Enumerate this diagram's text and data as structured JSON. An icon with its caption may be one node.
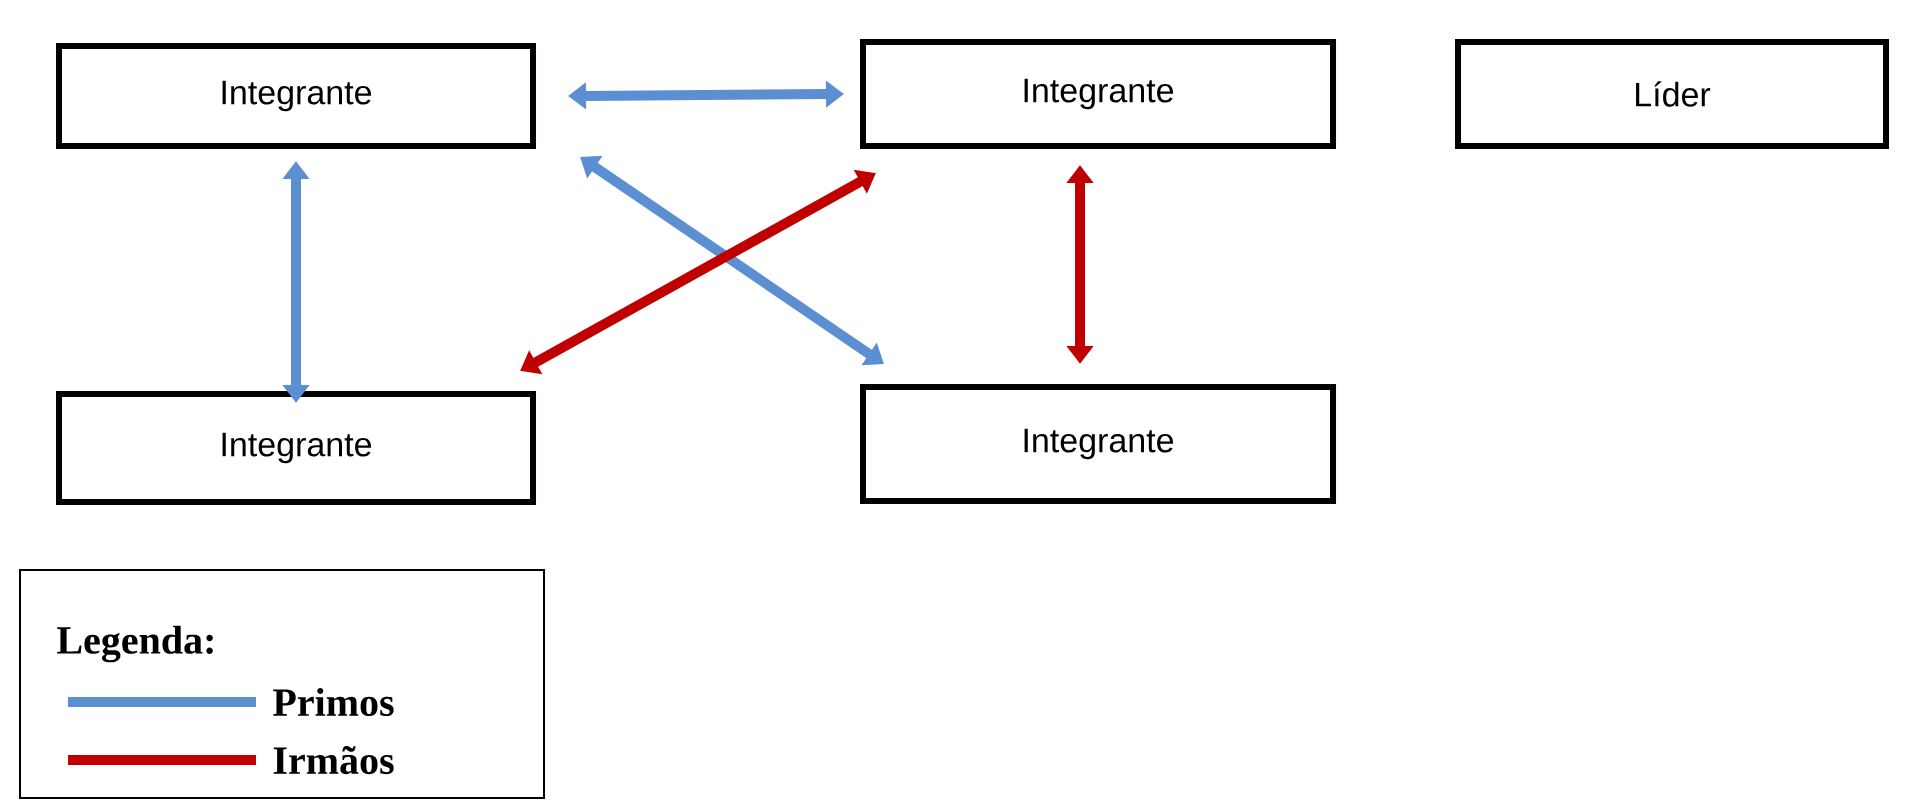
{
  "diagram": {
    "nodes": [
      {
        "text": [
          "Integrante"
        ]
      },
      {
        "text": [
          "Integrante"
        ]
      },
      {
        "text": [
          "Líder"
        ]
      },
      {
        "text": [
          "Integrante"
        ]
      },
      {
        "text": [
          "Integrante"
        ]
      }
    ],
    "edges": [
      {
        "from": 0,
        "to": 1,
        "arrow": "both"
      },
      {
        "from": 0,
        "to": 3,
        "arrow": "both"
      },
      {
        "from": 0,
        "to": 4,
        "arrow": "both"
      },
      {
        "from": 3,
        "to": 1,
        "arrow": "both",
        "color": "#c00000"
      },
      {
        "from": 1,
        "to": 4,
        "arrow": "both",
        "color": "#c00000"
      }
    ],
    "labels": [
      "Legenda:"
    ],
    "legend": [
      {
        "text": "Primos"
      },
      {
        "text": "Irmãos"
      }
    ]
  }
}
